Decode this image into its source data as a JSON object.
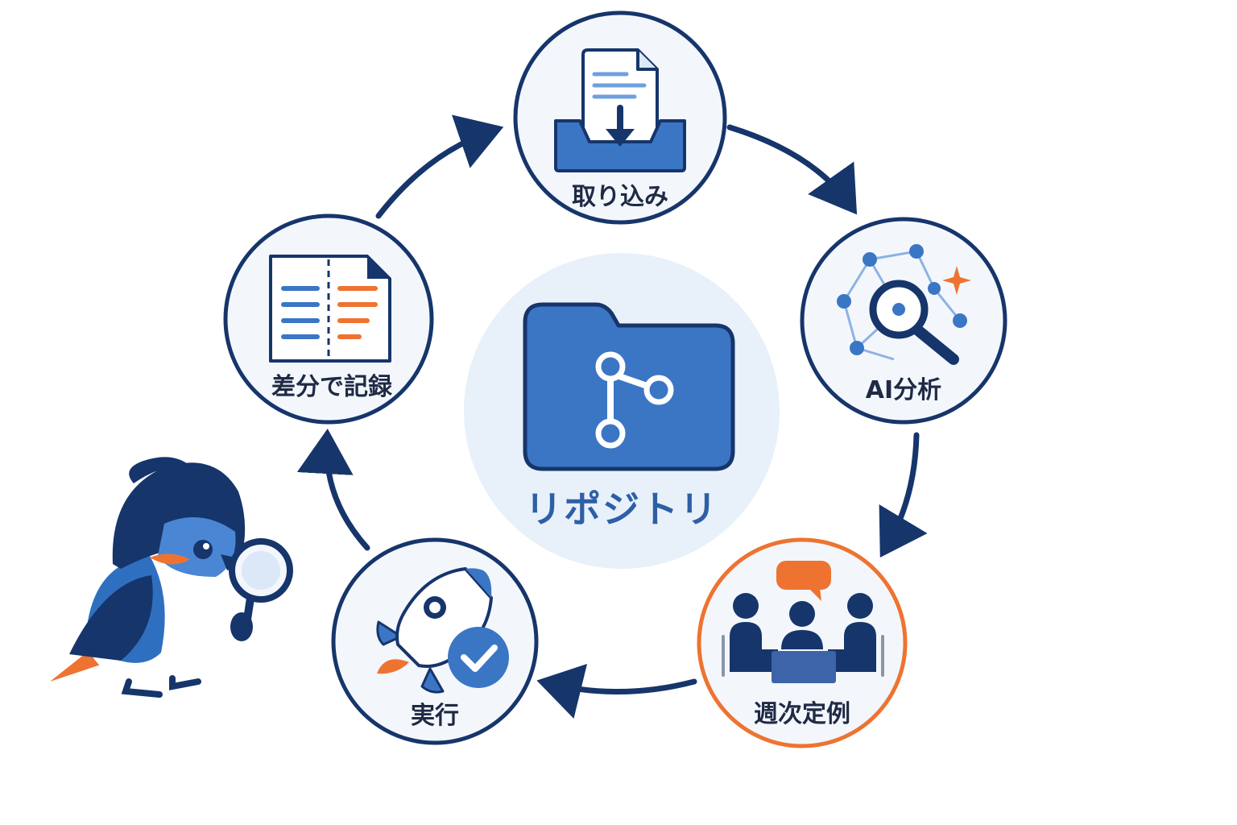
{
  "center": {
    "label": "リポジトリ",
    "icon": "git-folder-icon"
  },
  "nodes": [
    {
      "id": "import",
      "label": "取り込み",
      "icon": "inbox-download-icon"
    },
    {
      "id": "analysis",
      "label": "AI分析",
      "icon": "network-search-icon"
    },
    {
      "id": "meeting",
      "label": "週次定例",
      "icon": "meeting-icon"
    },
    {
      "id": "execute",
      "label": "実行",
      "icon": "rocket-check-icon"
    },
    {
      "id": "record",
      "label": "差分で記録",
      "icon": "diff-document-icon"
    }
  ],
  "mascot": {
    "icon": "kingfisher-magnifier-icon"
  },
  "colors": {
    "navy": "#16356b",
    "blue": "#2f6fc0",
    "light_blue": "#6fa0dc",
    "orange": "#ee7331",
    "circle_fill": "#f3f7fc",
    "center_bg": "#e8f0fa"
  }
}
